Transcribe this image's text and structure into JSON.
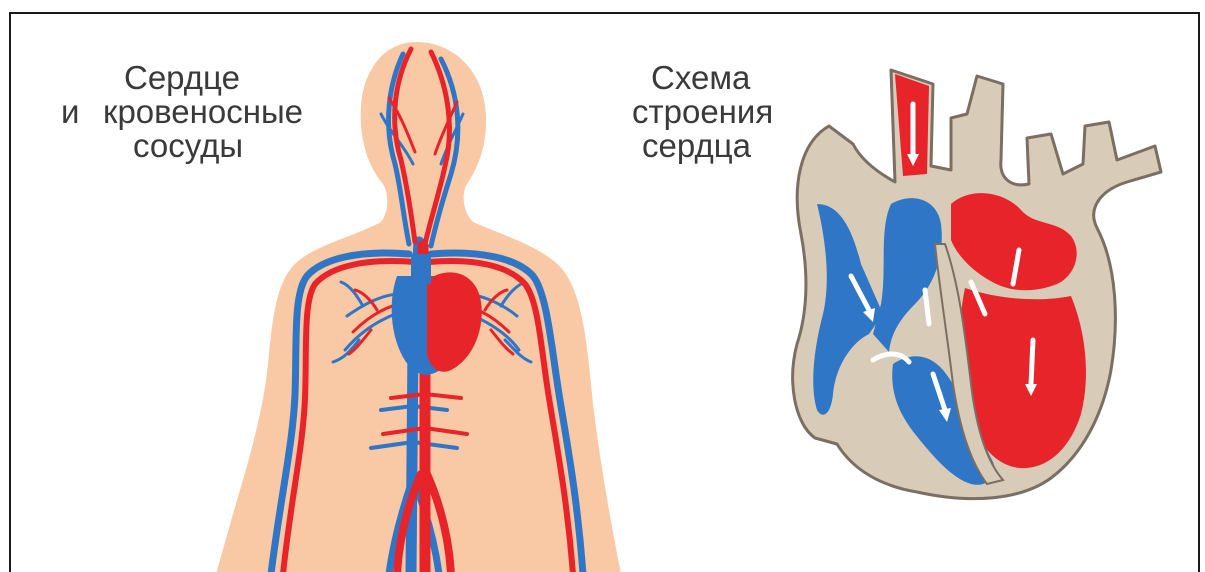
{
  "left_caption": {
    "line1": "Сердце",
    "line2_prefix": "и",
    "line2": "кровеносные",
    "line3": "сосуды"
  },
  "right_caption": {
    "line1": "Схема",
    "line2": "строения",
    "line3": "сердца"
  },
  "colors": {
    "skin": "#f8c9a4",
    "artery": "#e8242b",
    "vein": "#2f76c6",
    "heart_wall": "#d8cbb7",
    "heart_outline": "#7a6f62",
    "flow_arrow": "#ffffff"
  }
}
